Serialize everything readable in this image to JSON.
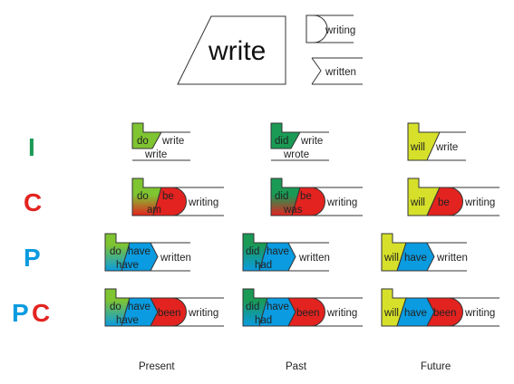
{
  "header": {
    "verb": "write",
    "continuous_form": "writing",
    "participle_form": "written"
  },
  "rows": {
    "simple": "I",
    "continuous": "C",
    "perfect": "P",
    "perfect_continuous": [
      "P",
      "C"
    ]
  },
  "columns": {
    "present": "Present",
    "past": "Past",
    "future": "Future"
  },
  "cells": {
    "simple": {
      "present": {
        "aux": "do",
        "verb": "write",
        "result": "write"
      },
      "past": {
        "aux": "did",
        "verb": "write",
        "result": "wrote"
      },
      "future": {
        "aux": "will",
        "verb": "write"
      }
    },
    "continuous": {
      "present": {
        "aux": "do",
        "be": "be",
        "result": "am",
        "verb": "writing"
      },
      "past": {
        "aux": "did",
        "be": "be",
        "result": "was",
        "verb": "writing"
      },
      "future": {
        "aux": "will",
        "be": "be",
        "verb": "writing"
      }
    },
    "perfect": {
      "present": {
        "aux": "do",
        "have": "have",
        "result": "have",
        "verb": "written"
      },
      "past": {
        "aux": "did",
        "have": "have",
        "result": "had",
        "verb": "written"
      },
      "future": {
        "aux": "will",
        "have": "have",
        "verb": "written"
      }
    },
    "perfect_continuous": {
      "present": {
        "aux": "do",
        "have": "have",
        "result": "have",
        "been": "been",
        "verb": "writing"
      },
      "past": {
        "aux": "did",
        "have": "have",
        "result": "had",
        "been": "been",
        "verb": "writing"
      },
      "future": {
        "aux": "will",
        "have": "have",
        "been": "been",
        "verb": "writing"
      }
    }
  },
  "colors": {
    "present_green": "#7fc431",
    "past_green": "#1a9a55",
    "future_yellow": "#d6e02a",
    "continuous_red": "#e3231f",
    "perfect_blue": "#0a9be0",
    "label_green": "#1a9a55",
    "label_red": "#e3231f",
    "label_blue": "#0a9be0"
  }
}
